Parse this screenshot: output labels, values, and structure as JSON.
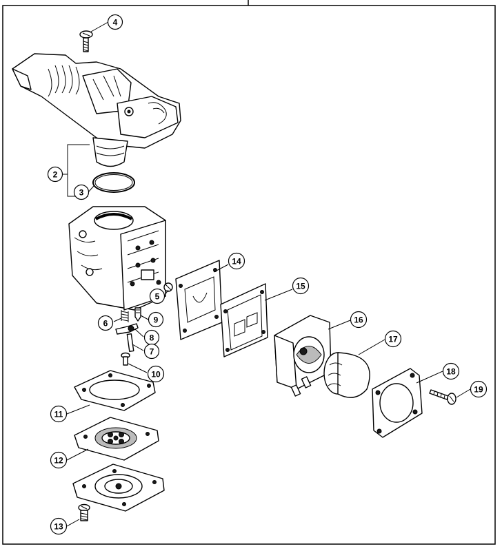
{
  "callouts": [
    {
      "id": "c4",
      "label": "4"
    },
    {
      "id": "c2",
      "label": "2"
    },
    {
      "id": "c3",
      "label": "3"
    },
    {
      "id": "c5",
      "label": "5"
    },
    {
      "id": "c6",
      "label": "6"
    },
    {
      "id": "c9",
      "label": "9"
    },
    {
      "id": "c8",
      "label": "8"
    },
    {
      "id": "c7",
      "label": "7"
    },
    {
      "id": "c10",
      "label": "10"
    },
    {
      "id": "c11",
      "label": "11"
    },
    {
      "id": "c12",
      "label": "12"
    },
    {
      "id": "c13",
      "label": "13"
    },
    {
      "id": "c14",
      "label": "14"
    },
    {
      "id": "c15",
      "label": "15"
    },
    {
      "id": "c16",
      "label": "16"
    },
    {
      "id": "c17",
      "label": "17"
    },
    {
      "id": "c18",
      "label": "18"
    },
    {
      "id": "c19",
      "label": "19"
    }
  ]
}
